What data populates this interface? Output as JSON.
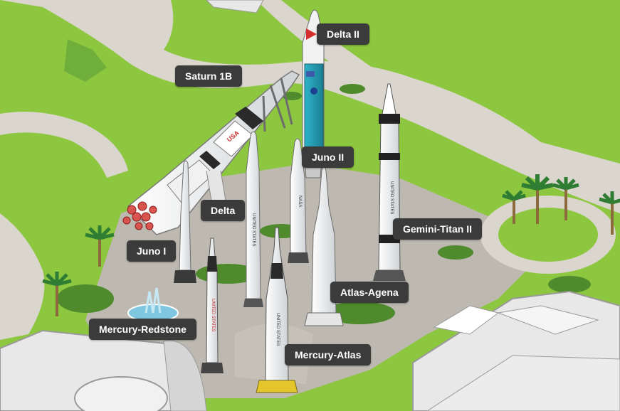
{
  "map": {
    "colors": {
      "grass": "#8dc63f",
      "grass_dark": "#6fae3a",
      "path": "#d9d6cf",
      "pavement": "#b9b6b0",
      "building": "#e8e8e8",
      "label_bg": "#3b3b3b",
      "label_text": "#ffffff"
    },
    "rocket_labels": [
      {
        "id": "delta-ii",
        "text": "Delta II"
      },
      {
        "id": "saturn-1b",
        "text": "Saturn 1B"
      },
      {
        "id": "juno-ii",
        "text": "Juno II"
      },
      {
        "id": "delta",
        "text": "Delta"
      },
      {
        "id": "gemini-titan-ii",
        "text": "Gemini-Titan II"
      },
      {
        "id": "juno-i",
        "text": "Juno I"
      },
      {
        "id": "atlas-agena",
        "text": "Atlas-Agena"
      },
      {
        "id": "mercury-redstone",
        "text": "Mercury-Redstone"
      },
      {
        "id": "mercury-atlas",
        "text": "Mercury-Atlas"
      }
    ],
    "rocket_markings": {
      "united_states": "UNITED STATES",
      "nasa": "NASA",
      "saturn_mark": "USA"
    }
  }
}
